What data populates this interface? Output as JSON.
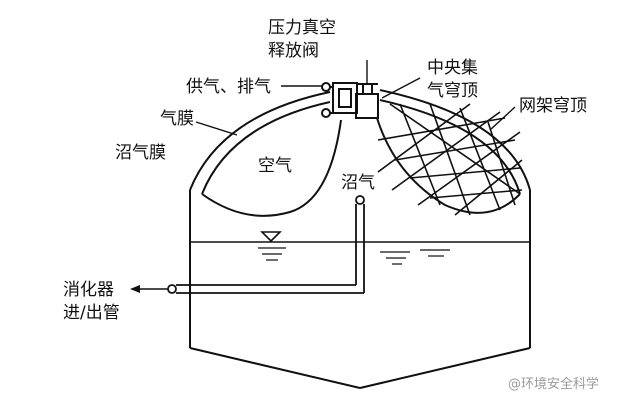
{
  "diagram": {
    "labels": {
      "pressure_vacuum_valve_line1": "压力真空",
      "pressure_vacuum_valve_line2": "释放阀",
      "supply_exhaust": "供气、排气",
      "central_vault_line1": "中央集",
      "central_vault_line2": "气穹顶",
      "membrane": "气膜",
      "net_frame_dome": "网架穹顶",
      "biogas_membrane": "沼气膜",
      "air": "空气",
      "biogas": "沼气",
      "digester_pipe_line1": "消化器",
      "digester_pipe_line2": "进/出管"
    },
    "watermark": "@环境安全科学"
  }
}
